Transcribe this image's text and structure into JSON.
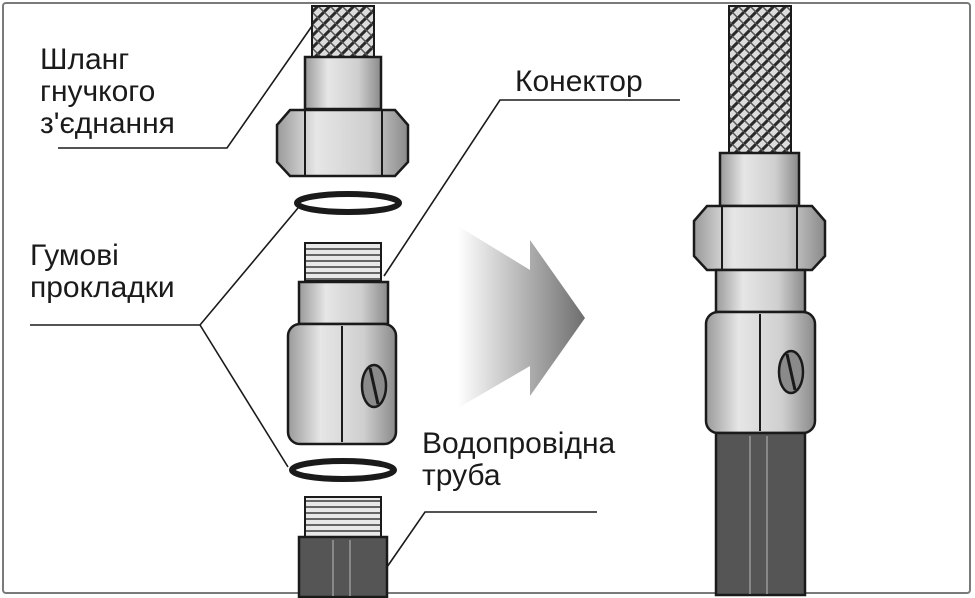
{
  "labels": {
    "hose": [
      "Шланг",
      "гнучкого",
      "з'єднання"
    ],
    "connector": "Конектор",
    "gaskets": [
      "Гумові",
      "прокладки"
    ],
    "pipe": [
      "Водопровідна",
      "труба"
    ]
  },
  "colors": {
    "frame": "#7a7a7a",
    "metal_light": "#e0e0e0",
    "metal_mid": "#bdbdbd",
    "metal_dark": "#8a8a8a",
    "pipe": "#555555",
    "outline": "#1a1a1a",
    "arrow_dark": "#6e6e6e"
  }
}
